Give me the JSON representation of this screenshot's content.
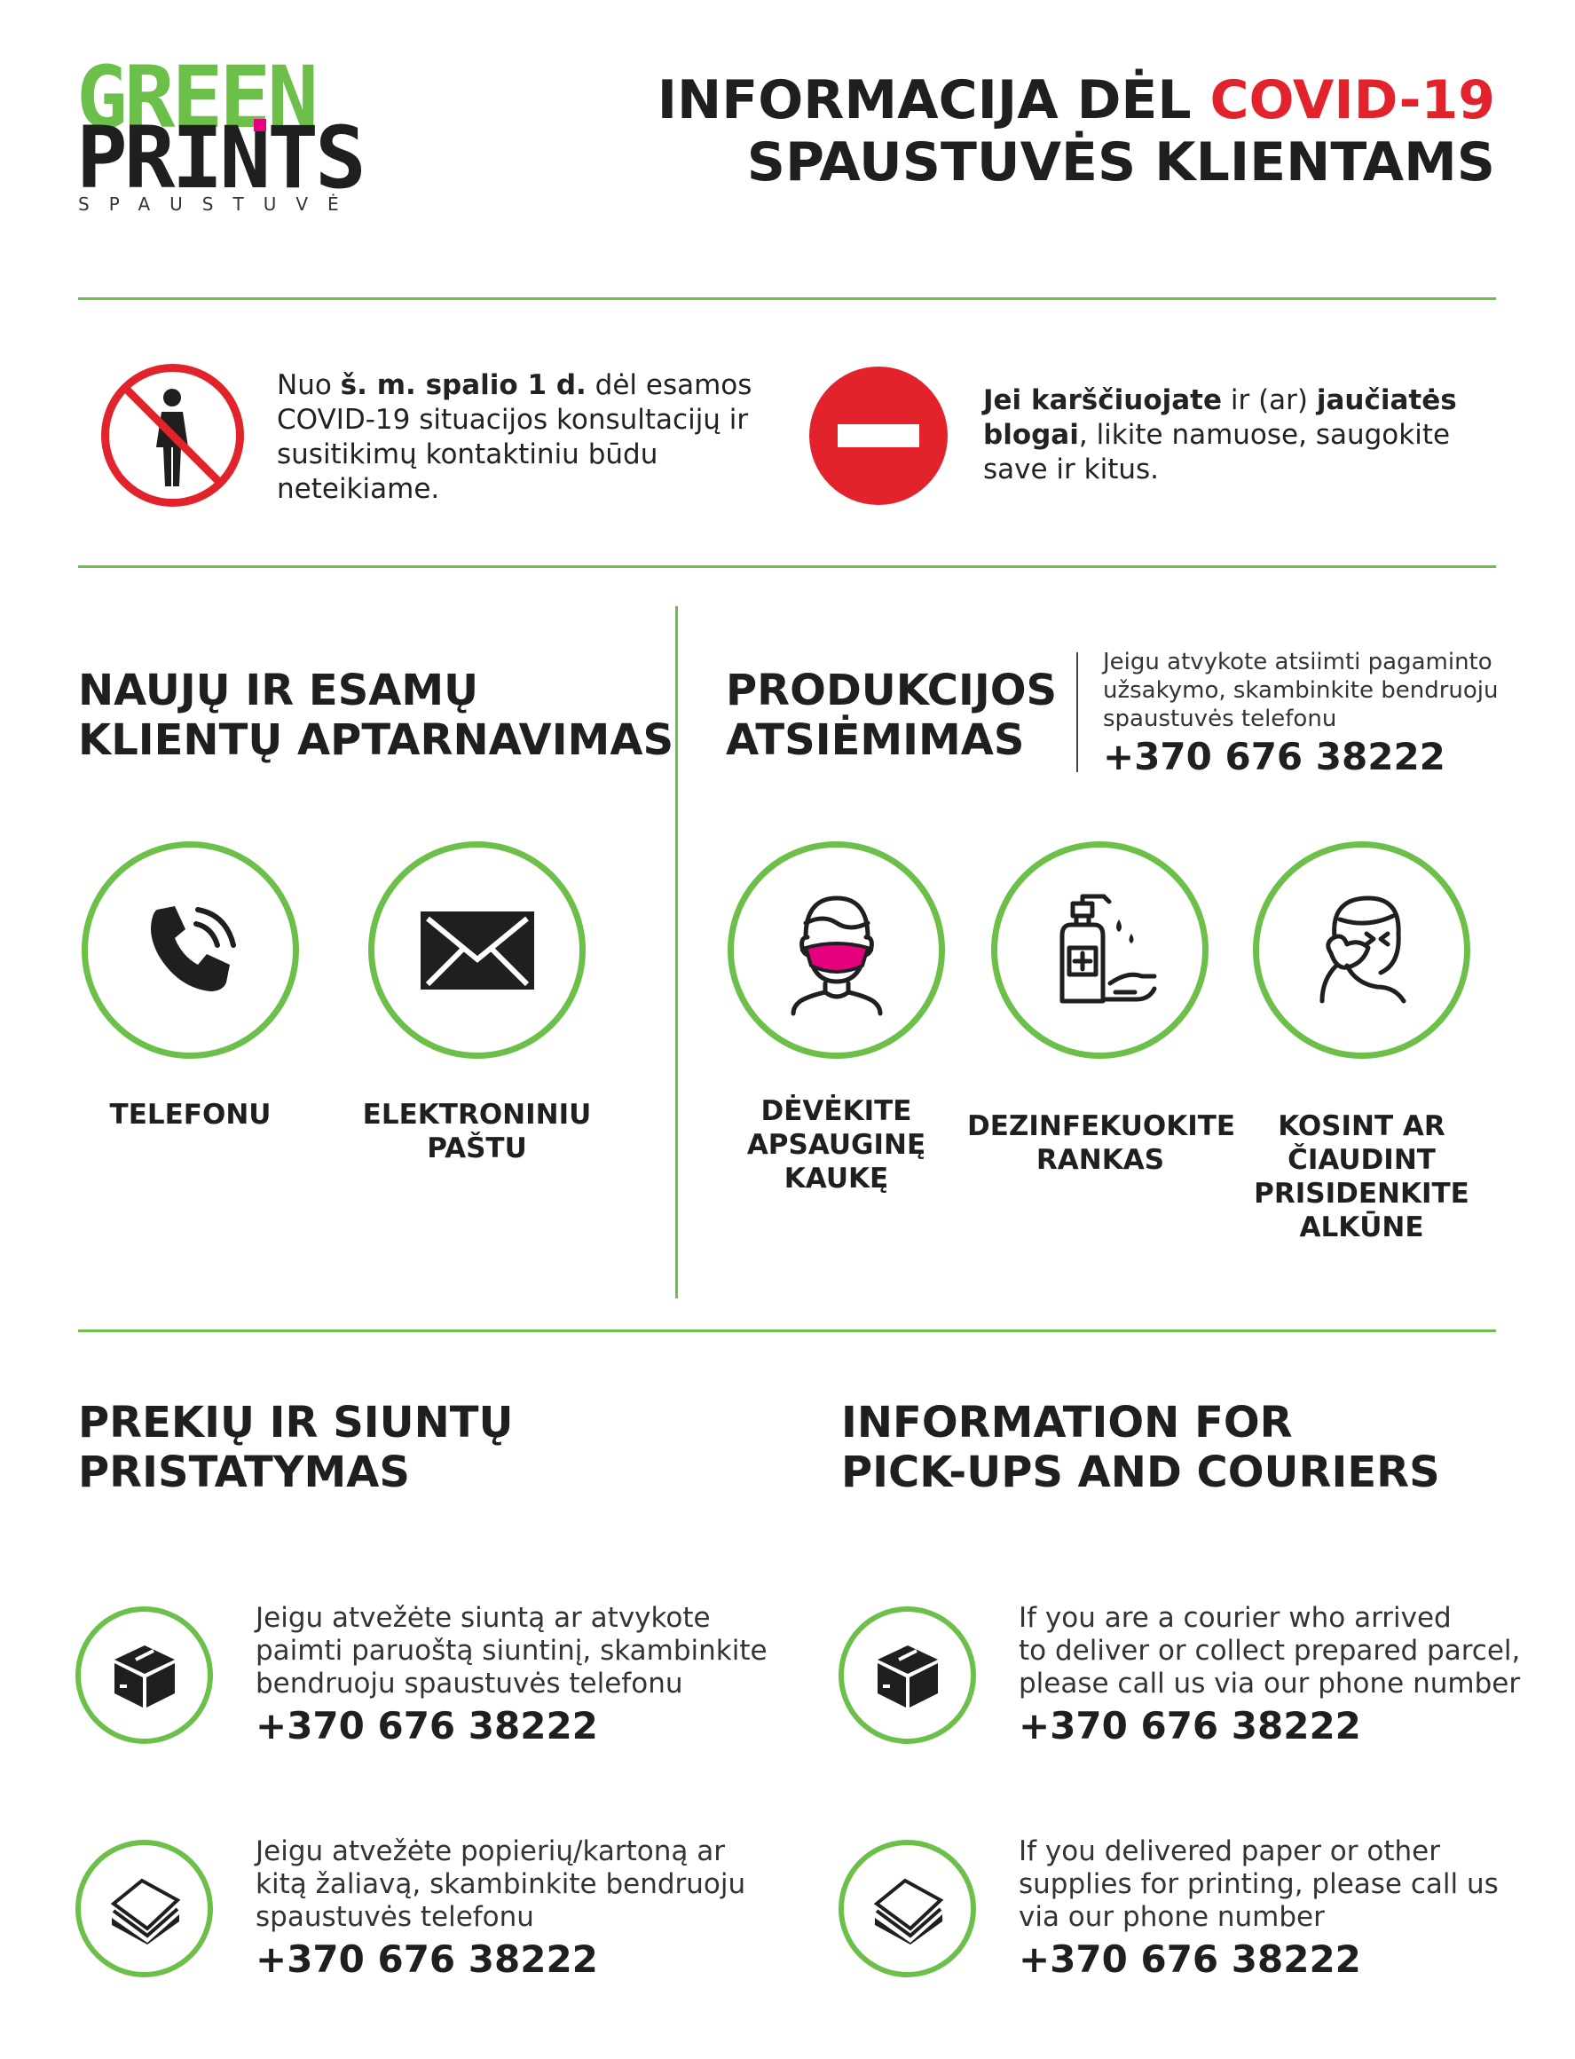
{
  "logo": {
    "line1": "GREEN",
    "line2": "PRINTS",
    "sub": "SPAUSTUVĖ"
  },
  "title": {
    "part1": "INFORMACIJA DĖL ",
    "part2": "COVID-19",
    "line2": "SPAUSTUVĖS KLIENTAMS"
  },
  "notice_left": {
    "t1": "Nuo ",
    "b1": "š. m. spalio 1 d.",
    "t2": " dėl esamos COVID-19 situacijos konsultacijų ir susitikimų kontaktiniu būdu neteikiame."
  },
  "notice_right": {
    "b1": "Jei karščiuojate",
    "t1": " ir (ar) ",
    "b2": "jaučiatės blogai",
    "t2": ", likite namuose, saugokite save ir kitus."
  },
  "service": {
    "heading1": "NAUJŲ IR ESAMŲ",
    "heading2": "KLIENTŲ APTARNAVIMAS",
    "phone_label": "TELEFONU",
    "email_label1": "ELEKTRONINIU",
    "email_label2": "PAŠTU"
  },
  "pickup": {
    "heading1": "PRODUKCIJOS",
    "heading2": "ATSIĖMIMAS",
    "note1": "Jeigu atvykote atsiimti pagaminto",
    "note2": "užsakymo, skambinkite bendruoju",
    "note3": "spaustuvės telefonu",
    "phone": "+370 676 38222",
    "mask_label": [
      "DĖVĖKITE",
      "APSAUGINĘ",
      "KAUKĘ"
    ],
    "hands_label": [
      "DEZINFEKUOKITE",
      "RANKAS"
    ],
    "cough_label": [
      "KOSINT AR",
      "ČIAUDINT",
      "PRISIDENKITE",
      "ALKŪNE"
    ]
  },
  "delivery_lt": {
    "heading1": "PREKIŲ IR SIUNTŲ",
    "heading2": "PRISTATYMAS",
    "item1": [
      "Jeigu atvežėte siuntą ar atvykote",
      "paimti paruoštą siuntinį, skambinkite",
      "bendruoju spaustuvės telefonu"
    ],
    "item1_phone": "+370 676 38222",
    "item2": [
      "Jeigu atvežėte popierių/kartoną ar",
      "kitą žaliavą, skambinkite bendruoju",
      "spaustuvės telefonu"
    ],
    "item2_phone": "+370 676 38222"
  },
  "delivery_en": {
    "heading1": "INFORMATION FOR",
    "heading2": "PICK-UPS AND COURIERS",
    "item1": [
      "If you are a courier who arrived",
      "to deliver or collect prepared parcel,",
      "please call us via our phone number"
    ],
    "item1_phone": "+370 676 38222",
    "item2": [
      "If you delivered paper or other",
      "supplies for printing, please call us",
      "via our phone number"
    ],
    "item2_phone": "+370 676 38222"
  },
  "colors": {
    "green": "#6cc04a",
    "red": "#e3232b",
    "magenta": "#e6007e",
    "dark": "#1f1f1f"
  },
  "icons": [
    "no-entry-person-icon",
    "stop-sign-icon",
    "phone-icon",
    "envelope-icon",
    "mask-icon",
    "hand-sanitizer-icon",
    "cough-elbow-icon",
    "parcel-box-icon",
    "paper-sheets-icon"
  ]
}
